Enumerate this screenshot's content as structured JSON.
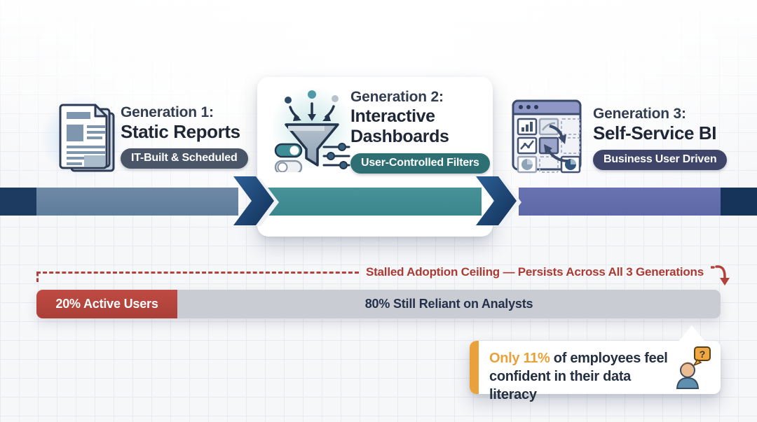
{
  "infographic": {
    "generations": [
      {
        "label": "Generation 1:",
        "name": "Static Reports",
        "badge": "IT-Built & Scheduled",
        "badge_color": "#4a5568",
        "icon": "stacked-documents-icon"
      },
      {
        "label": "Generation 2:",
        "name": "Interactive Dashboards",
        "badge": "User-Controlled Filters",
        "badge_color": "#2e6f74",
        "icon": "filter-funnel-icon"
      },
      {
        "label": "Generation 3:",
        "name": "Self-Service BI",
        "badge": "Business User Driven",
        "badge_color": "#3f4469",
        "icon": "dashboard-grid-icon"
      }
    ],
    "timeline": {
      "colors": {
        "start_cap": "#1d3b61",
        "gen1_segment": "#66829f",
        "gen2_segment": "#3f8d94",
        "gen3_segment": "#636eab",
        "end_cap": "#16345a",
        "chevron": "#1d4576"
      }
    },
    "adoption": {
      "ceiling_label": "Stalled Adoption Ceiling — Persists Across All 3 Generations",
      "ceiling_color": "#ac3a33",
      "segments": [
        {
          "label": "20% Active Users",
          "percent": 20,
          "color": "#b5453d",
          "text_color": "#ffffff"
        },
        {
          "label": "80% Still Reliant on Analysts",
          "percent": 80,
          "color": "#c9cdd3",
          "text_color": "#25304a"
        }
      ]
    },
    "callout": {
      "highlight": "Only 11%",
      "text_after": " of employees feel",
      "text_line2": "confident in their data literacy",
      "accent_color": "#e9a23b",
      "icon": "person-question-icon"
    }
  }
}
